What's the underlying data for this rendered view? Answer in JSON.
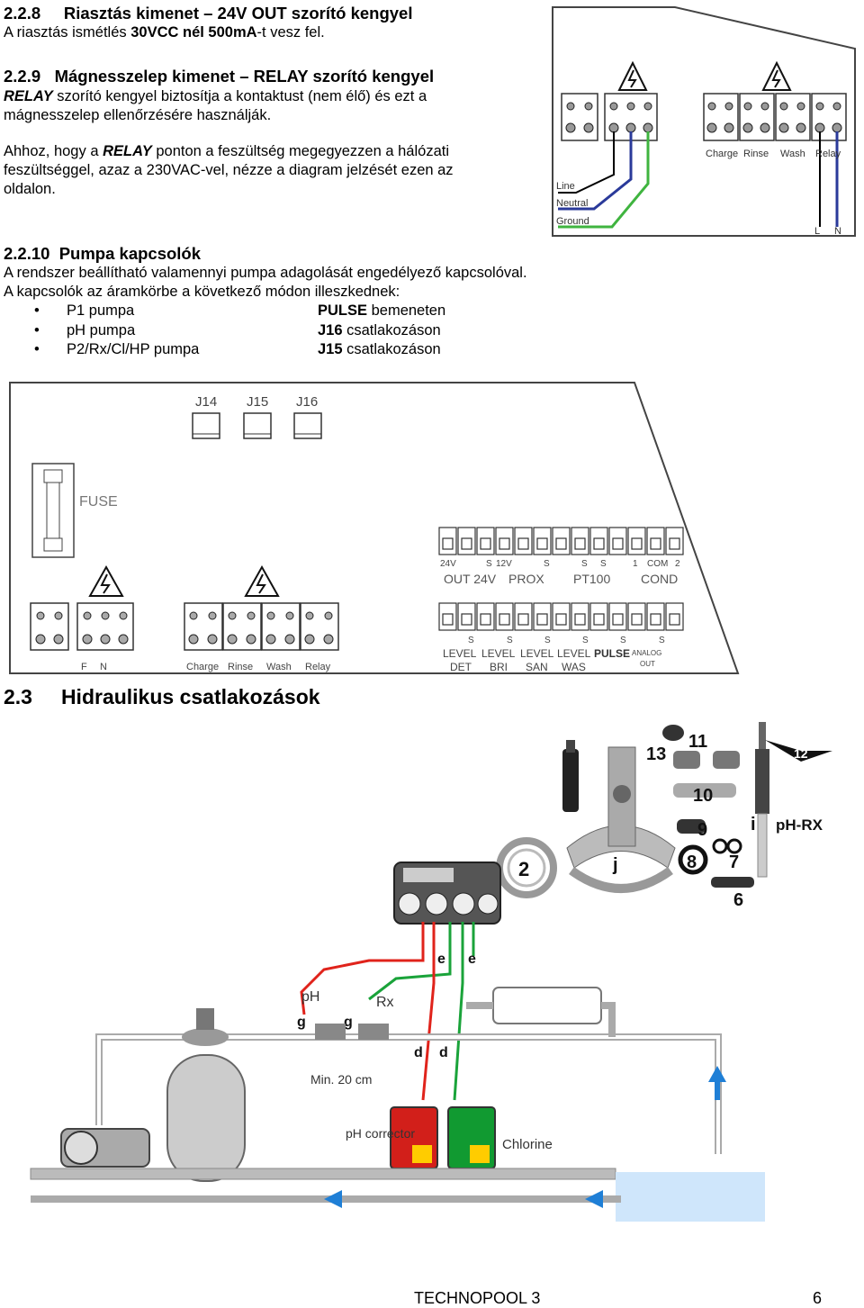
{
  "s228": {
    "heading_num": "2.2.8",
    "heading_title": "Riasztás kimenet – 24V OUT szorító kengyel",
    "p1_a": "A riasztás ismétlés ",
    "p1_b": "30VCC nél 500mA",
    "p1_c": "-t vesz fel."
  },
  "s229": {
    "heading_num": "2.2.9",
    "heading_title": "Mágnesszelep  kimenet – RELAY szorító kengyel",
    "p1_a": "RELAY",
    "p1_b": " szorító kengyel biztosítja a kontaktust (nem élő) és ezt a",
    "p1_c": "mágnesszelep ellenőrzésére használják.",
    "p2_a": "Ahhoz, hogy a ",
    "p2_b": "RELAY",
    "p2_c": " ponton a feszültség megegyezzen a hálózati",
    "p2_d": "feszültséggel, azaz a 230VAC-vel, nézze a diagram jelzését ezen az",
    "p2_e": "oldalon."
  },
  "s2210": {
    "heading_num": "2.2.10",
    "heading_title": "Pumpa kapcsolók",
    "p1": "A rendszer beállítható valamennyi pumpa adagolását engedélyező kapcsolóval.",
    "p2": "A kapcsolók az áramkörbe a következő módon illeszkednek:",
    "bullets": [
      {
        "left": "P1 pumpa",
        "right_b": "PULSE",
        "right": " bemeneten"
      },
      {
        "left": "pH pumpa",
        "right_b": "J16",
        "right": " csatlakozáson"
      },
      {
        "left": "P2/Rx/Cl/HP pumpa",
        "right_b": "J15",
        "right": " csatlakozáson"
      }
    ]
  },
  "s23": {
    "heading_num": "2.3",
    "heading_title": "Hidraulikus csatlakozások"
  },
  "relay_diagram": {
    "labels": [
      "Line",
      "Neutral",
      "Ground",
      "Charge",
      "Rinse",
      "Wash",
      "Relay",
      "L",
      "N"
    ]
  },
  "board_diagram": {
    "jumpers": [
      "J14",
      "J15",
      "J16"
    ],
    "fuse": "FUSE",
    "top_row_a": [
      "24V",
      "12V"
    ],
    "top_row_b": [
      "OUT 24V",
      "PROX",
      "PT100",
      "COND"
    ],
    "top_row_c": [
      "S",
      "S",
      "S",
      "S",
      "COM",
      "1",
      "2"
    ],
    "bottom_row_a": [
      "S",
      "S",
      "S",
      "S",
      "S",
      "S"
    ],
    "bottom_row_b": [
      "LEVEL",
      "LEVEL",
      "LEVEL",
      "LEVEL",
      "PULSE",
      "ANALOG"
    ],
    "bottom_row_c": [
      "DET",
      "BRI",
      "SAN",
      "WAS",
      "OUT"
    ],
    "bottom_terminals": [
      "F",
      "N",
      "Charge",
      "Rinse",
      "Wash",
      "Relay"
    ]
  },
  "hydraulic_diagram": {
    "numbers": [
      "13",
      "11",
      "12",
      "10",
      "9",
      "8",
      "7",
      "6",
      "2"
    ],
    "letters": [
      "j",
      "i",
      "e",
      "e",
      "g",
      "g",
      "d",
      "d"
    ],
    "labels": {
      "phrx": "pH-RX",
      "ph": "pH",
      "rx": "Rx",
      "min": "Min. 20 cm",
      "corrector": "pH\ncorrector",
      "chlorine": "Chlorine"
    }
  },
  "footer": {
    "title": "TECHNOPOOL 3",
    "page": "6"
  },
  "colors": {
    "line": "#333333",
    "red": "#e0231b",
    "green": "#1aa33a",
    "blue": "#1f7fd6",
    "darkblue": "#1f2a8a"
  }
}
